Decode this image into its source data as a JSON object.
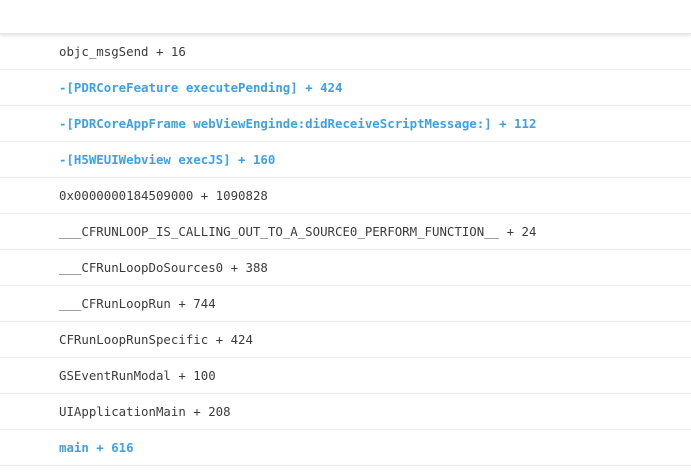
{
  "colors": {
    "system_frame_text": "#3c3c3c",
    "app_frame_text": "#3ea0e6",
    "row_divider": "#ececec"
  },
  "stack_frames": [
    {
      "text": "objc_msgSend + 16",
      "is_app_frame": false
    },
    {
      "text": "-[PDRCoreFeature executePending] + 424",
      "is_app_frame": true
    },
    {
      "text": "-[PDRCoreAppFrame webViewEnginde:didReceiveScriptMessage:] + 112",
      "is_app_frame": true
    },
    {
      "text": "-[H5WEUIWebview execJS] + 160",
      "is_app_frame": true
    },
    {
      "text": "0x0000000184509000 + 1090828",
      "is_app_frame": false
    },
    {
      "text": "___CFRUNLOOP_IS_CALLING_OUT_TO_A_SOURCE0_PERFORM_FUNCTION__ + 24",
      "is_app_frame": false
    },
    {
      "text": "___CFRunLoopDoSources0 + 388",
      "is_app_frame": false
    },
    {
      "text": "___CFRunLoopRun + 744",
      "is_app_frame": false
    },
    {
      "text": "CFRunLoopRunSpecific + 424",
      "is_app_frame": false
    },
    {
      "text": "GSEventRunModal + 100",
      "is_app_frame": false
    },
    {
      "text": "UIApplicationMain + 208",
      "is_app_frame": false
    },
    {
      "text": "main + 616",
      "is_app_frame": true
    }
  ]
}
